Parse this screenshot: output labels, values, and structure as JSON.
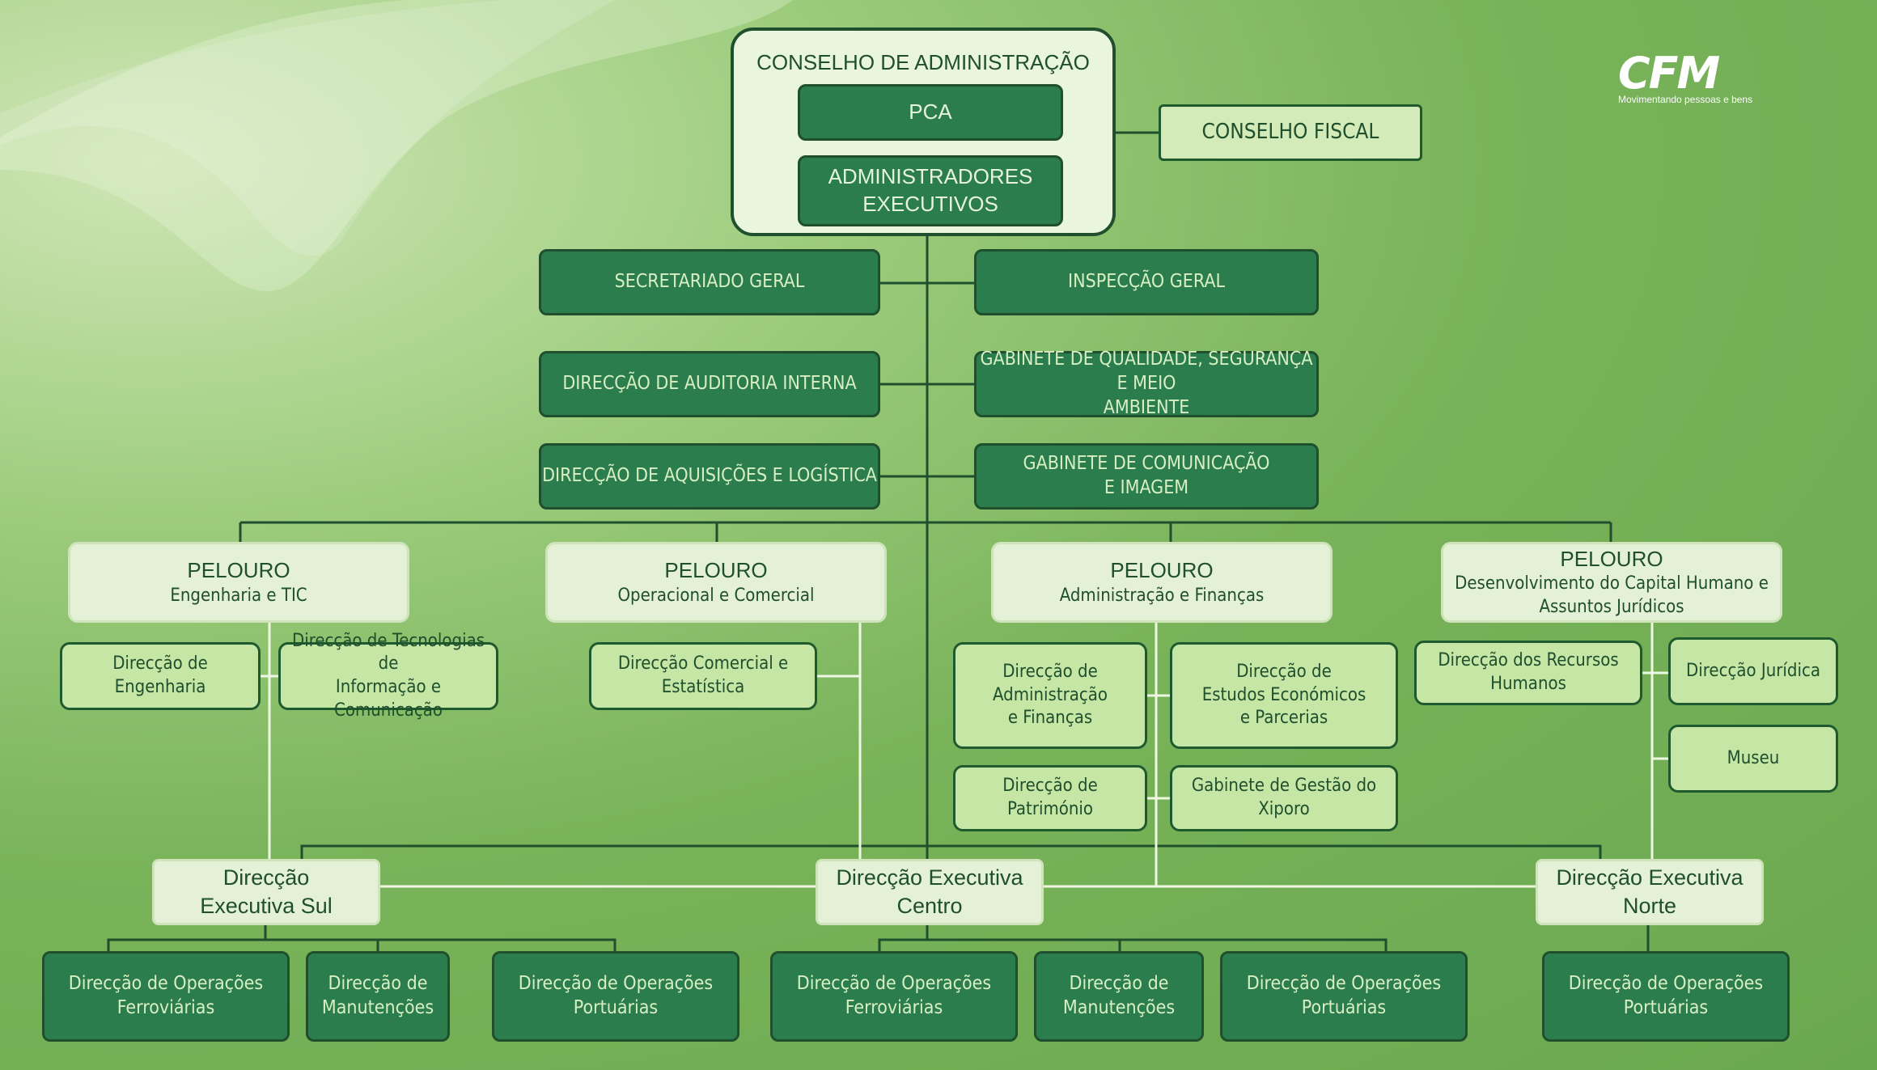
{
  "logo": {
    "mark": "CFM",
    "tagline": "Movimentando pessoas e bens"
  },
  "board": {
    "title": "CONSELHO DE ADMINISTRAÇÃO",
    "pca": "PCA",
    "admins": [
      "ADMINISTRADORES",
      "EXECUTIVOS"
    ]
  },
  "conselho_fiscal": "CONSELHO FISCAL",
  "staff": {
    "secretariado": "SECRETARIADO GERAL",
    "inspeccao": "INSPECÇÃO GERAL",
    "auditoria": "DIRECÇÃO DE AUDITORIA INTERNA",
    "qualidade": [
      "GABINETE DE QUALIDADE, SEGURANÇA E MEIO",
      "AMBIENTE"
    ],
    "aquisicoes": "DIRECÇÃO DE AQUISIÇÕES E LOGÍSTICA",
    "comunicacao": [
      "GABINETE DE COMUNICAÇÃO",
      "E IMAGEM"
    ]
  },
  "pelouros": [
    {
      "title": "PELOURO",
      "sub": [
        "Engenharia e TIC"
      ]
    },
    {
      "title": "PELOURO",
      "sub": [
        "Operacional e Comercial"
      ]
    },
    {
      "title": "PELOURO",
      "sub": [
        "Administração e Finanças"
      ]
    },
    {
      "title": "PELOURO",
      "sub": [
        "Desenvolvimento do Capital Humano e",
        "Assuntos Jurídicos"
      ]
    }
  ],
  "direccoes": {
    "engenharia": [
      "Direcção de",
      "Engenharia"
    ],
    "tic": [
      "Direcção de Tecnologias de",
      "Informação e Comunicação"
    ],
    "comercial": [
      "Direcção Comercial e",
      "Estatística"
    ],
    "adm_financas": [
      "Direcção de",
      "Administração",
      "e Finanças"
    ],
    "estudos": [
      "Direcção de",
      "Estudos Económicos",
      "e Parcerias"
    ],
    "patrimonio": [
      "Direcção de",
      "Património"
    ],
    "xiporo": [
      "Gabinete de Gestão do",
      "Xiporo"
    ],
    "recursos_humanos": [
      "Direcção dos Recursos",
      "Humanos"
    ],
    "juridica": [
      "Direcção Jurídica"
    ],
    "museu": [
      "Museu"
    ]
  },
  "executivas": {
    "sul": [
      "Direcção",
      "Executiva Sul"
    ],
    "centro": [
      "Direcção Executiva",
      "Centro"
    ],
    "norte": [
      "Direcção Executiva",
      "Norte"
    ]
  },
  "operacoes": {
    "sul": [
      [
        "Direcção de Operações",
        "Ferroviárias"
      ],
      [
        "Direcção de",
        "Manutenções"
      ],
      [
        "Direcção de Operações",
        "Portuárias"
      ]
    ],
    "centro": [
      [
        "Direcção de Operações",
        "Ferroviárias"
      ],
      [
        "Direcção de",
        "Manutenções"
      ],
      [
        "Direcção de Operações",
        "Portuárias"
      ]
    ],
    "norte": [
      [
        "Direcção de Operações",
        "Portuárias"
      ]
    ]
  },
  "colors": {
    "dark_box": "#2b7d4e",
    "border": "#1f4f2c",
    "pale_box": "#e4f1d6",
    "light_box": "#c6e6a6",
    "background": "#79b35a"
  }
}
